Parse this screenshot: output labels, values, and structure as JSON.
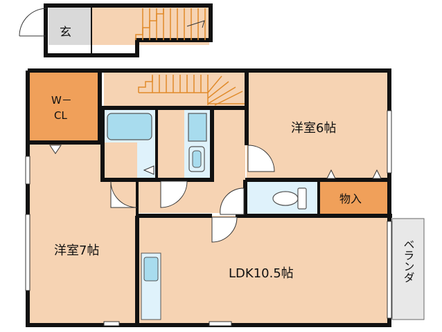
{
  "rooms": {
    "entrance": "玄",
    "walkin_closet_line1": "W－",
    "walkin_closet_line2": "CL",
    "western_room_6": "洋室6帖",
    "western_room_7": "洋室7帖",
    "storage": "物入",
    "ldk": "LDK10.5帖",
    "veranda": "ベランダ"
  },
  "colors": {
    "room_fill": "#f6d3b3",
    "closet_fill": "#f0a05a",
    "wet_fill": "#dff2fb",
    "fixture_fill": "#a8dcee",
    "entrance_fill": "#d9d9d9",
    "veranda_fill": "#e8e8e8",
    "wall": "#111111",
    "stair_line": "#e08a2a"
  }
}
